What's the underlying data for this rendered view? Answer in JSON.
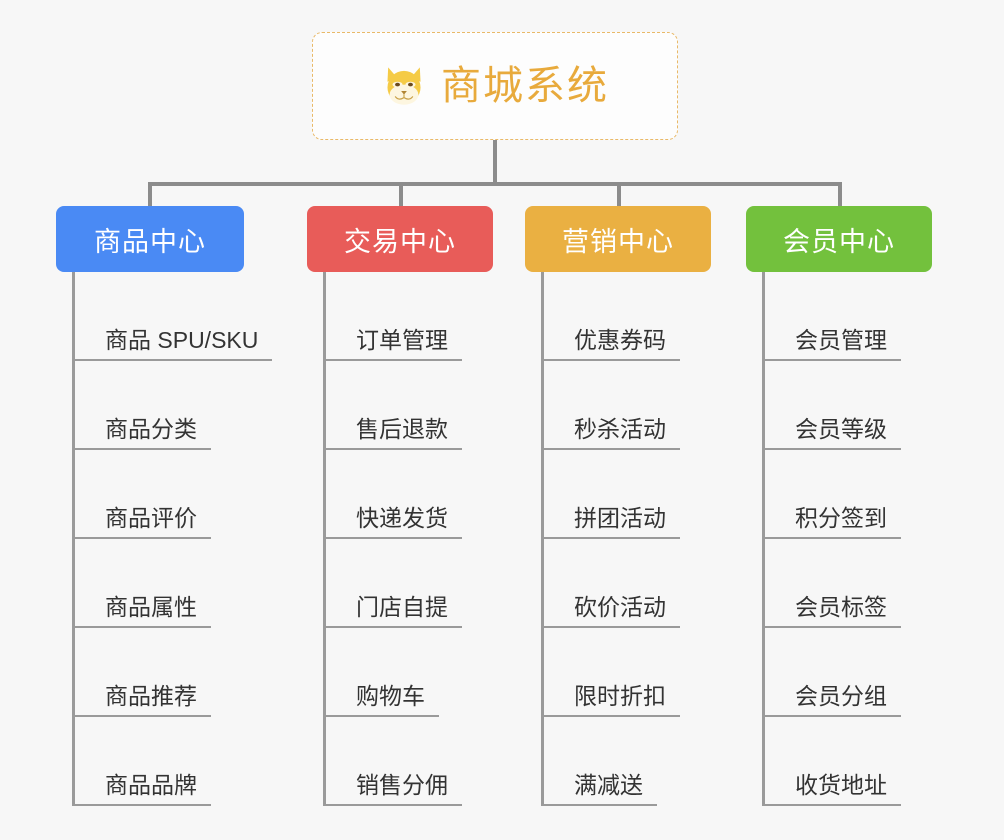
{
  "root": {
    "title": "商城系统",
    "icon": "dog-face-emoji",
    "border_color": "#e9b968",
    "text_color": "#e8aa3c"
  },
  "theme": {
    "background": "#f7f7f7",
    "connector_color": "#8c8c8c",
    "leaf_line_color": "#9a9a9a",
    "leaf_text_color": "#333333"
  },
  "columns": [
    {
      "label": "商品中心",
      "color": "#4a8af4",
      "items": [
        "商品 SPU/SKU",
        "商品分类",
        "商品评价",
        "商品属性",
        "商品推荐",
        "商品品牌"
      ]
    },
    {
      "label": "交易中心",
      "color": "#e85c59",
      "items": [
        "订单管理",
        "售后退款",
        "快递发货",
        "门店自提",
        "购物车",
        "销售分佣"
      ]
    },
    {
      "label": "营销中心",
      "color": "#eab042",
      "items": [
        "优惠券码",
        "秒杀活动",
        "拼团活动",
        "砍价活动",
        "限时折扣",
        "满减送"
      ]
    },
    {
      "label": "会员中心",
      "color": "#73c13d",
      "items": [
        "会员管理",
        "会员等级",
        "积分签到",
        "会员标签",
        "会员分组",
        "收货地址"
      ]
    }
  ]
}
